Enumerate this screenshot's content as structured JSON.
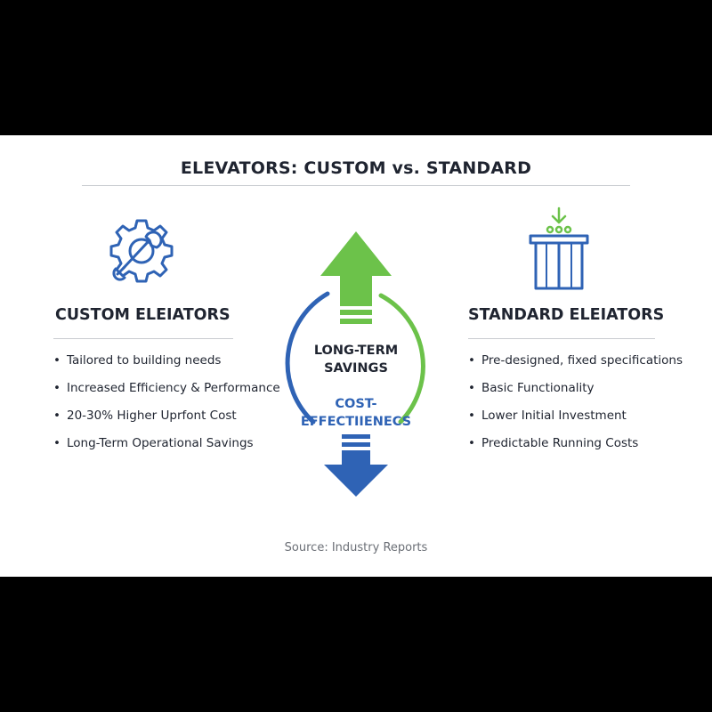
{
  "title": "ELEVATORS: CUSTOM vs. STANDARD",
  "custom": {
    "heading": "CUSTOM ELEIATORS",
    "icon": "gear-wrench-icon",
    "bullets": [
      "Tailored to building needs",
      "Increased Efficiency & Performance",
      "20-30% Higher Uprfont Cost",
      "Long-Term Operational Savings"
    ]
  },
  "standard": {
    "heading": "STANDARD ELEIATORS",
    "icon": "elevator-icon",
    "bullets": [
      "Pre-designed, fixed specifications",
      "Basic Functionality",
      "Lower Initial Investment",
      "Predictable Running Costs"
    ]
  },
  "center": {
    "up_label_line1": "LONG-TERM",
    "up_label_line2": "SAVINGS",
    "down_label_line1": "COST-",
    "down_label_line2": "EFFECTIIENECS",
    "up_arrow_icon": "arrow-up-icon",
    "down_arrow_icon": "arrow-down-icon"
  },
  "source": "Source: Industry Reports",
  "colors": {
    "green": "#6cc24a",
    "blue": "#2f63b5",
    "text": "#1f2430"
  }
}
